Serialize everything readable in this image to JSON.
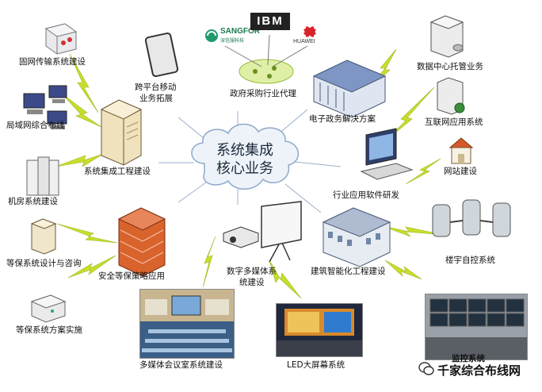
{
  "core": {
    "line1": "系统集成",
    "line2": "核心业务"
  },
  "nodes": {
    "fixed_network": "固网传输系统建设",
    "cross_platform_1": "跨平台移动",
    "cross_platform_2": "业务拓展",
    "gov_procurement": "政府采购行业代理",
    "data_center": "数据中心托管业务",
    "lan_cabling": "局域网综合布线",
    "egov": "电子政务解决方案",
    "internet_app": "互联网应用系统",
    "system_integration": "系统集成工程建设",
    "website": "网站建设",
    "machine_room": "机房系统建设",
    "industry_software": "行业应用软件研发",
    "grade_protect_design": "等保系统设计与咨询",
    "building_control": "楼宇自控系统",
    "security_policy": "安全等保策略应用",
    "multimedia_1": "数字多媒体系",
    "multimedia_2": "统建设",
    "smart_building": "建筑智能化工程建设",
    "grade_protect_impl": "等保系统方案实施",
    "conference": "多媒体会议室系统建设",
    "led_screen": "LED大屏幕系统",
    "monitoring": "监控系统"
  },
  "brands": {
    "sangfor": "SANGFOR",
    "sangfor_sub": "深信服科技",
    "ibm": "IBM",
    "huawei": "HUAWEI"
  },
  "watermark": "千家综合布线网",
  "colors": {
    "cloud_fill": "#eef3fa",
    "cloud_stroke": "#8ea9c9",
    "bolt": "#c8de2c",
    "spoke": "#9bb0c8",
    "firewall": "#d9632c"
  }
}
